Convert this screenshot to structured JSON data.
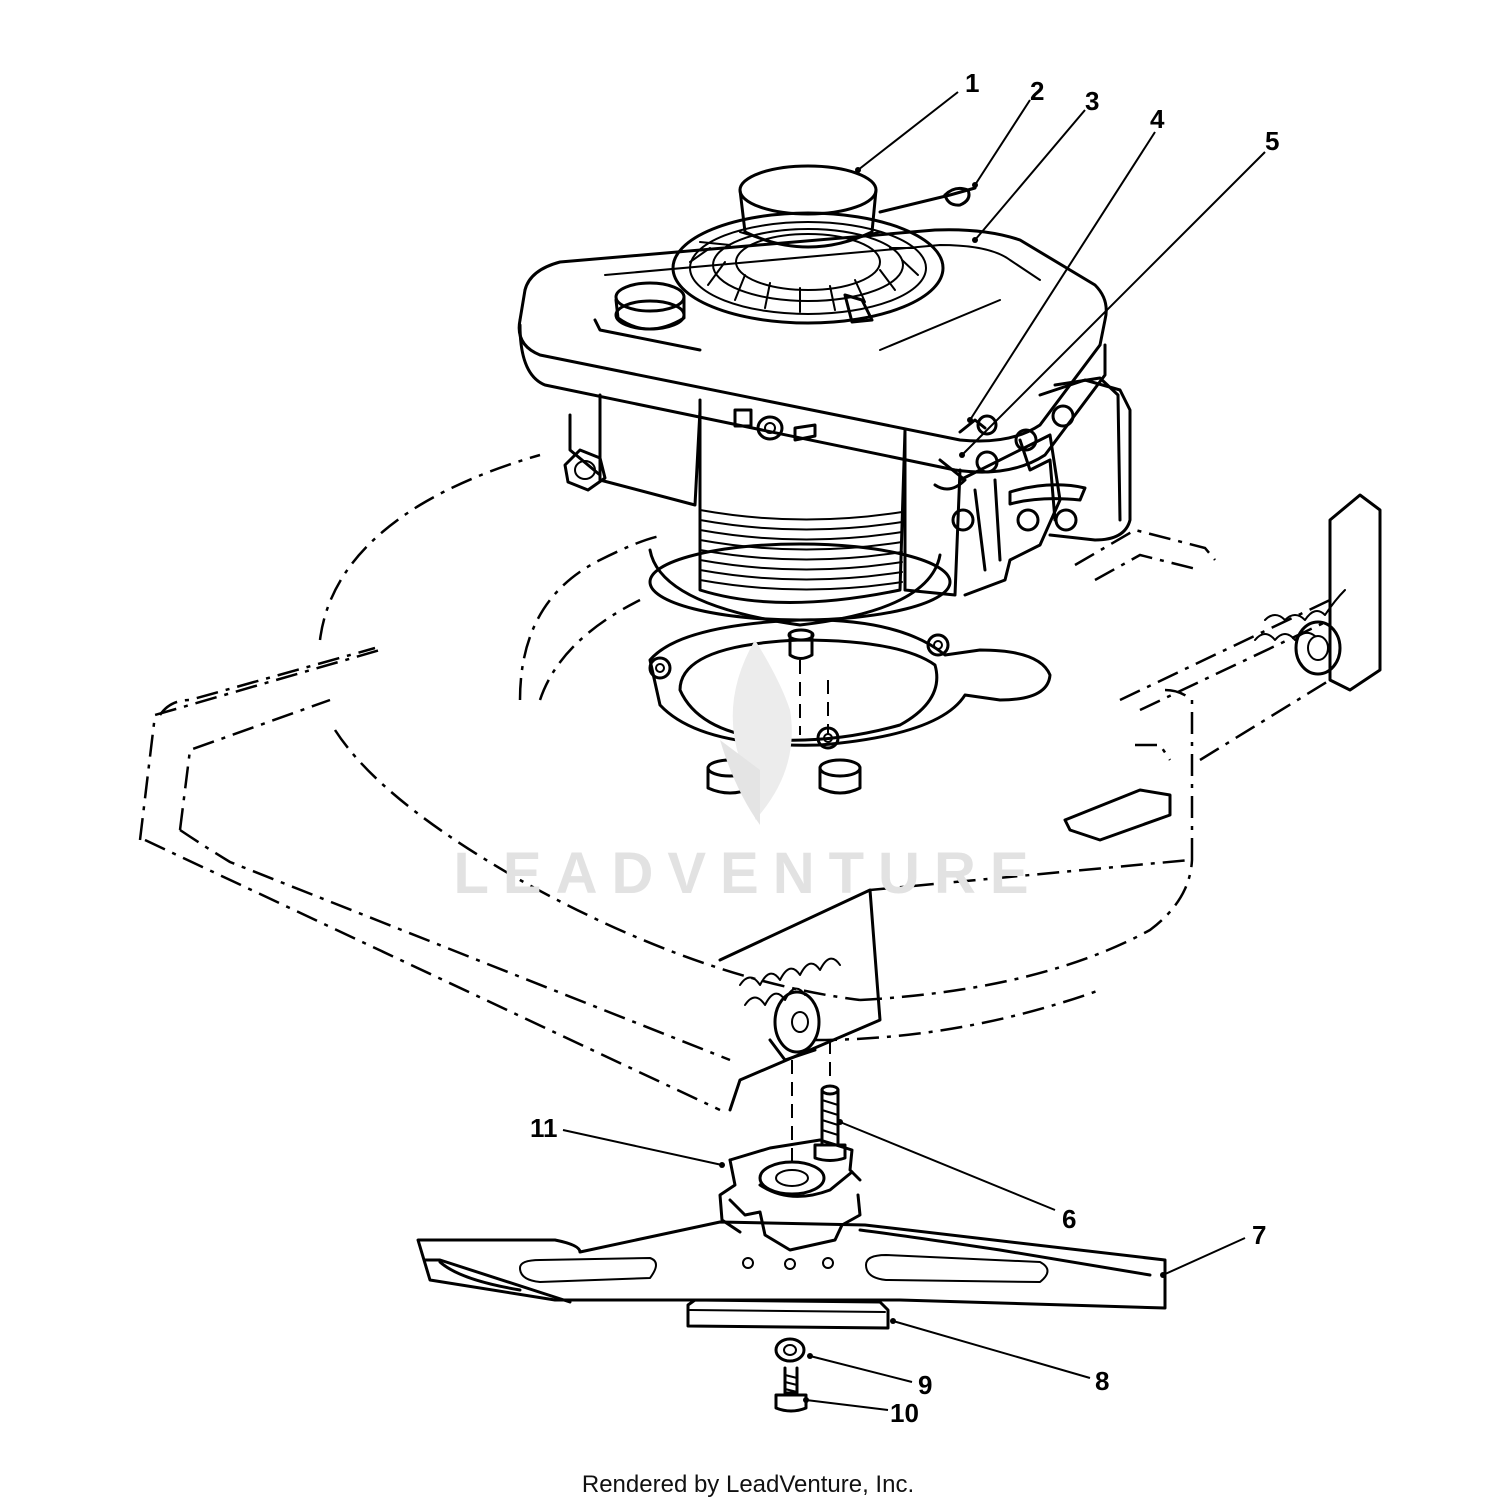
{
  "diagram": {
    "callouts": [
      {
        "id": "1",
        "label": "1"
      },
      {
        "id": "2",
        "label": "2"
      },
      {
        "id": "3",
        "label": "3"
      },
      {
        "id": "4",
        "label": "4"
      },
      {
        "id": "5",
        "label": "5"
      },
      {
        "id": "6",
        "label": "6"
      },
      {
        "id": "7",
        "label": "7"
      },
      {
        "id": "8",
        "label": "8"
      },
      {
        "id": "9",
        "label": "9"
      },
      {
        "id": "10",
        "label": "10"
      },
      {
        "id": "11",
        "label": "11"
      }
    ],
    "watermark": "LEADVENTURE",
    "footer": "Rendered by LeadVenture, Inc."
  }
}
